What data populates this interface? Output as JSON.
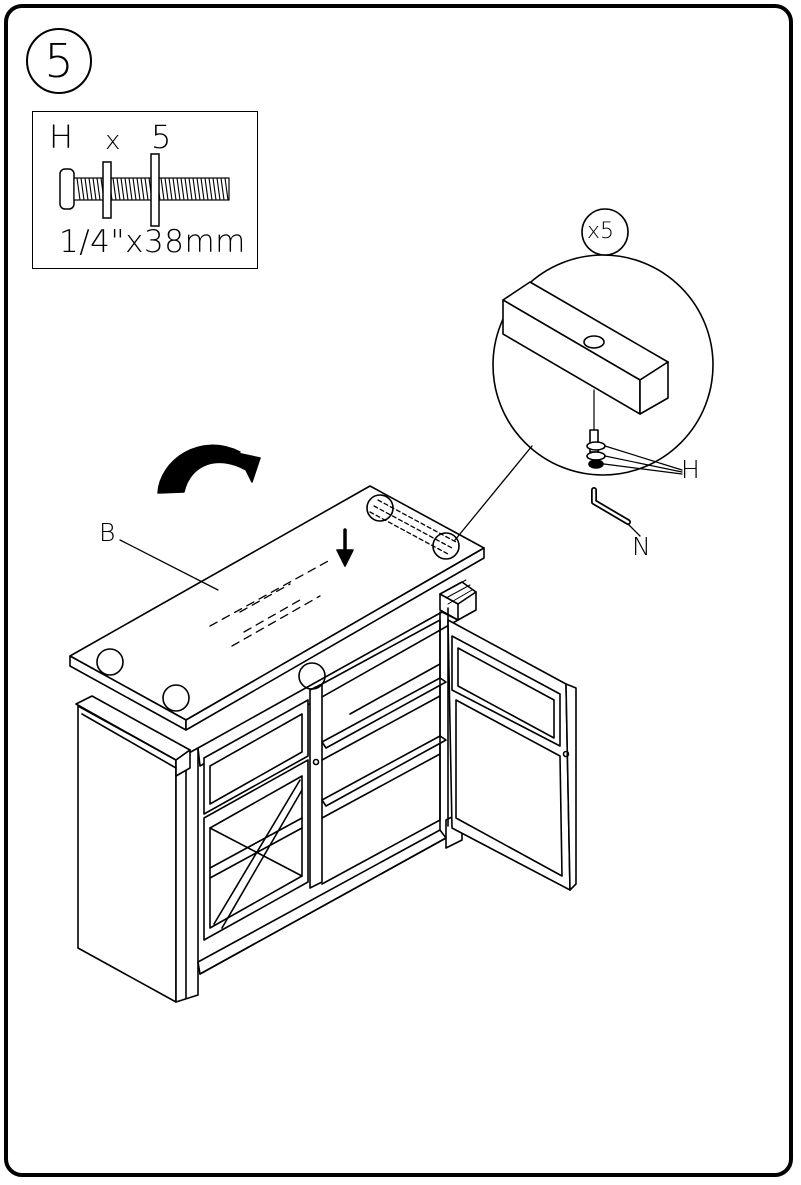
{
  "step": {
    "number": "5"
  },
  "hardware": {
    "letter": "H",
    "times": "x",
    "quantity": "5",
    "size": "1/4\"x38mm",
    "icon": "bolt-icon"
  },
  "callout": {
    "quantity": "x5"
  },
  "labels": {
    "panel": "B",
    "bolt": "H",
    "wrench": "N"
  },
  "icons": {
    "rotate": "curved-arrow-icon",
    "down": "down-arrow-icon",
    "wrench": "allen-key-icon"
  }
}
